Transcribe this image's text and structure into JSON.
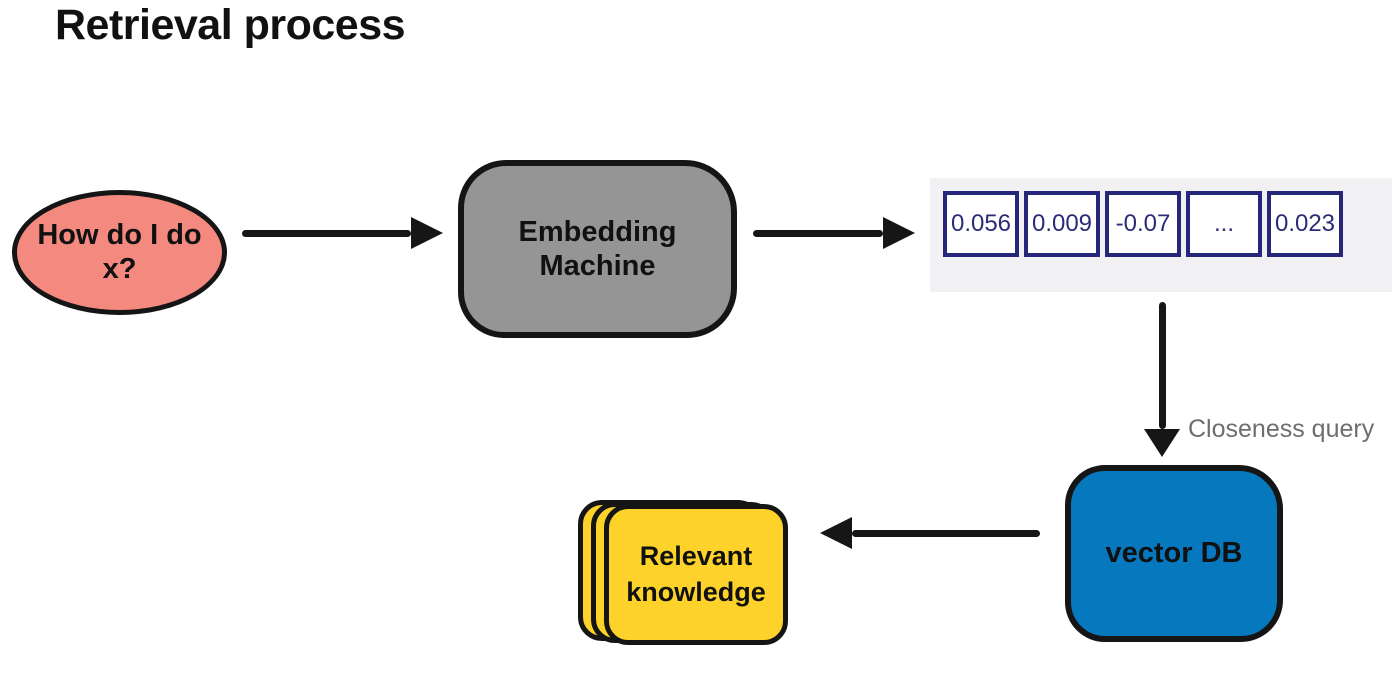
{
  "title": "Retrieval process",
  "diagram": {
    "query": {
      "label": "How do I do x?"
    },
    "embedding_machine": {
      "label": "Embedding Machine"
    },
    "vector": {
      "values": [
        "0.056",
        "0.009",
        "-0.07",
        "...",
        "0.023"
      ]
    },
    "closeness_query_label": "Closeness query",
    "vector_db": {
      "label": "vector DB"
    },
    "relevant_knowledge": {
      "label": "Relevant knowledge"
    }
  },
  "colors": {
    "query_fill": "#F4897F",
    "machine_fill": "#959595",
    "vector_db_fill": "#0678BE",
    "knowledge_fill": "#FCD22B",
    "vector_cell_border": "#26267B",
    "vector_cell_text": "#2B2B78",
    "vector_panel_bg": "#F1F1F4",
    "outline": "#151515",
    "closeness_label_text": "#6E6E6E"
  }
}
